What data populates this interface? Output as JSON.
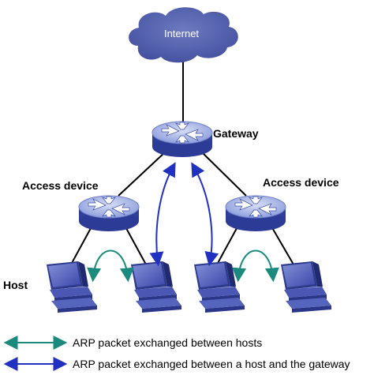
{
  "cloud": {
    "label": "Internet",
    "fill": "#5b68b0"
  },
  "gateway": {
    "label": "Gateway"
  },
  "access_left": {
    "label": "Access device"
  },
  "access_right": {
    "label": "Access device"
  },
  "host_label": "Host",
  "legend": [
    {
      "text": "ARP packet exchanged between hosts",
      "color": "#1a8a7e"
    },
    {
      "text": "ARP packet exchanged between a host and the gateway",
      "color": "#2030c0"
    }
  ],
  "colors": {
    "router_top": "#aab6e6",
    "router_side": "#3a4ea8",
    "line": "#000000",
    "host_arrow": "#1a8a7e",
    "gateway_arrow": "#2030c0"
  },
  "icons": [
    "cloud-icon",
    "router-icon",
    "computer-icon"
  ]
}
